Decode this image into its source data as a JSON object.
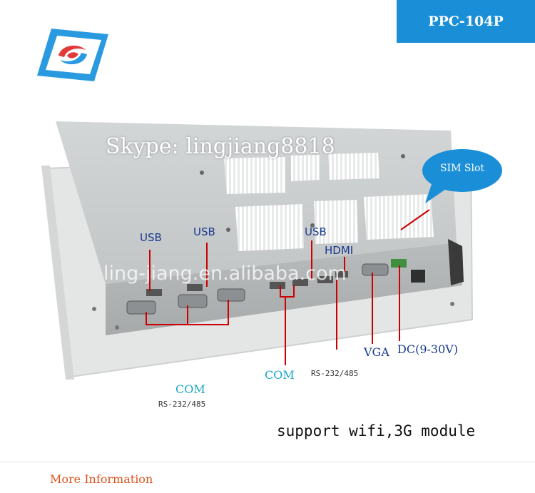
{
  "header": {
    "model_badge": "PPC-104P"
  },
  "brand": {
    "logo_icon": "swirl-logo-icon",
    "logo_blue": "#1a8fd8",
    "logo_red": "#e03a3a"
  },
  "overlay": {
    "skype_text": "Skype: lingjiang8818",
    "watermark_text": "ling-jiang.en.alibaba.com"
  },
  "callouts": {
    "usb_left": "USB",
    "usb_middle": "USB",
    "usb_right": "USB",
    "hdmi": "HDMI",
    "com_left": "COM",
    "com_left_spec": "RS-232/485",
    "com_center": "COM",
    "com_center_spec": "RS-232/485",
    "vga": "VGA",
    "dc": "DC(9-30V)",
    "sim_slot": "SIM Slot"
  },
  "footer": {
    "support_text": "support wifi,3G module",
    "more_info_link": "More Information"
  },
  "colors": {
    "callout_line": "#cc0000",
    "badge_bg": "#1a8fd8",
    "com_label": "#1aa6c8",
    "more_info": "#d9551f"
  }
}
